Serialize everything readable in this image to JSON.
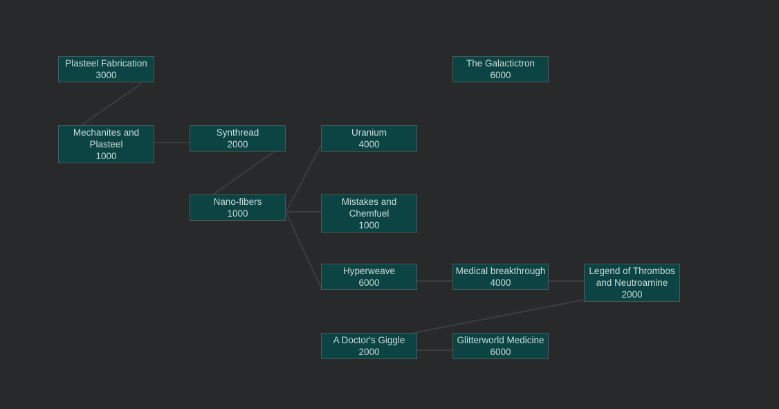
{
  "nodes": [
    {
      "id": "plasteel-fabrication",
      "name": "Plasteel Fabrication",
      "cost": "3000"
    },
    {
      "id": "mechanites-and-plasteel",
      "name": "Mechanites and Plasteel",
      "cost": "1000"
    },
    {
      "id": "synthread",
      "name": "Synthread",
      "cost": "2000"
    },
    {
      "id": "nano-fibers",
      "name": "Nano-fibers",
      "cost": "1000"
    },
    {
      "id": "uranium",
      "name": "Uranium",
      "cost": "4000"
    },
    {
      "id": "mistakes-and-chemfuel",
      "name": "Mistakes and Chemfuel",
      "cost": "1000"
    },
    {
      "id": "hyperweave",
      "name": "Hyperweave",
      "cost": "6000"
    },
    {
      "id": "medical-breakthrough",
      "name": "Medical breakthrough",
      "cost": "4000"
    },
    {
      "id": "legend-of-thrombos",
      "name": "Legend of Thrombos and Neutroamine",
      "cost": "2000"
    },
    {
      "id": "a-doctors-giggle",
      "name": "A Doctor's Giggle",
      "cost": "2000"
    },
    {
      "id": "glitterworld-medicine",
      "name": "Glitterworld Medicine",
      "cost": "6000"
    },
    {
      "id": "the-galactictron",
      "name": "The Galactictron",
      "cost": "6000"
    }
  ],
  "edges": [
    [
      "plasteel-fabrication",
      "mechanites-and-plasteel"
    ],
    [
      "mechanites-and-plasteel",
      "synthread"
    ],
    [
      "synthread",
      "nano-fibers"
    ],
    [
      "nano-fibers",
      "uranium"
    ],
    [
      "nano-fibers",
      "mistakes-and-chemfuel"
    ],
    [
      "nano-fibers",
      "hyperweave"
    ],
    [
      "hyperweave",
      "medical-breakthrough"
    ],
    [
      "medical-breakthrough",
      "legend-of-thrombos"
    ],
    [
      "legend-of-thrombos",
      "a-doctors-giggle"
    ],
    [
      "a-doctors-giggle",
      "glitterworld-medicine"
    ]
  ],
  "colors": {
    "background": "#27292a",
    "node_fill": "#0b4443",
    "node_border": "#4b5d5c",
    "text": "#c9dcdb",
    "edge": "#3b3e3f"
  }
}
